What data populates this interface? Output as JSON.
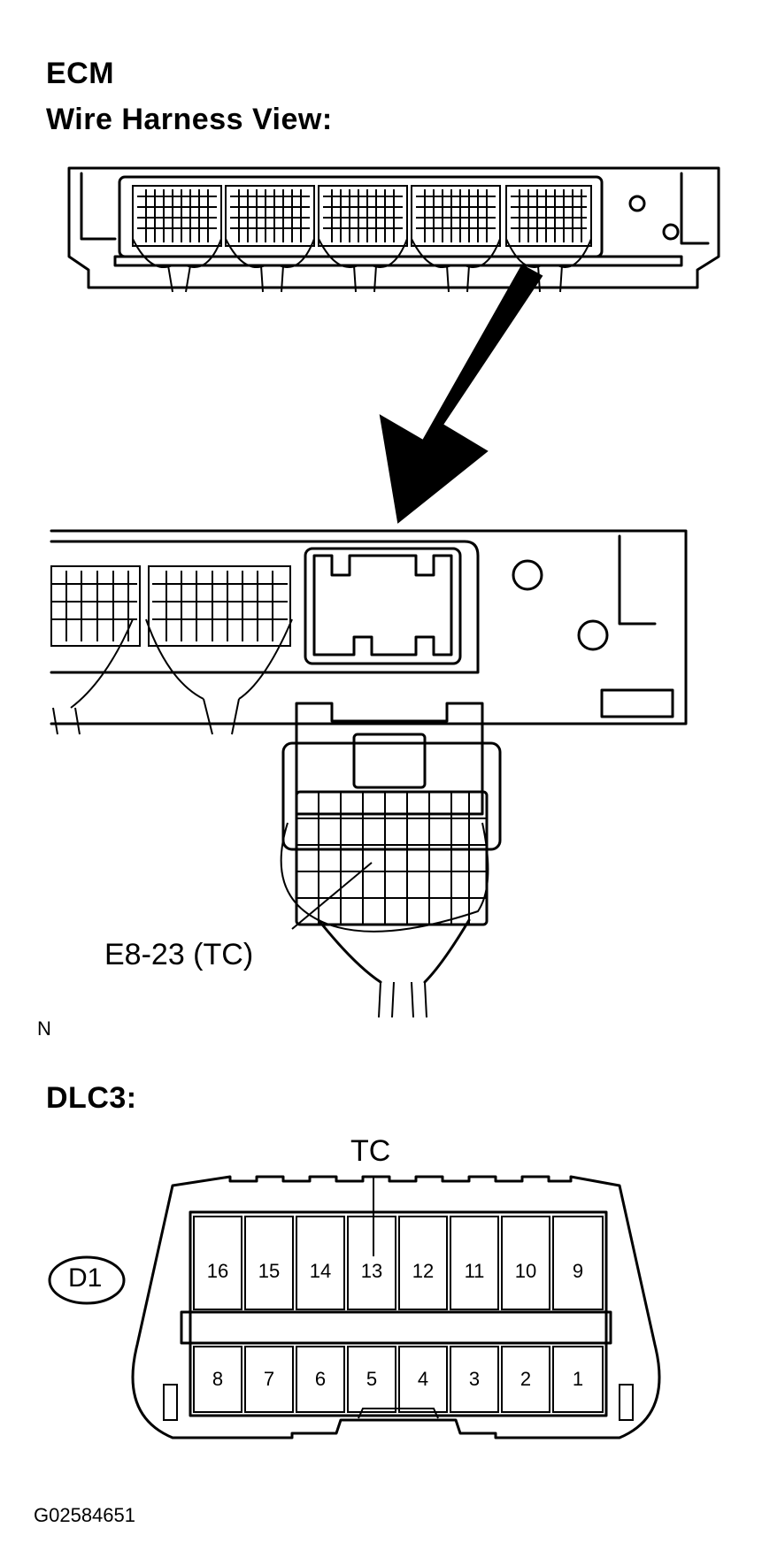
{
  "header": {
    "title": "ECM",
    "subtitle": "Wire Harness View:"
  },
  "ecm_connector": {
    "pin_label": "E8-23 (TC)",
    "note": "N"
  },
  "dlc3": {
    "title": "DLC3:",
    "pin_callout": "TC",
    "connector_id": "D1",
    "pins_top": [
      "16",
      "15",
      "14",
      "13",
      "12",
      "11",
      "10",
      "9"
    ],
    "pins_bottom": [
      "8",
      "7",
      "6",
      "5",
      "4",
      "3",
      "2",
      "1"
    ]
  },
  "footer": {
    "figure_code": "G02584651"
  }
}
